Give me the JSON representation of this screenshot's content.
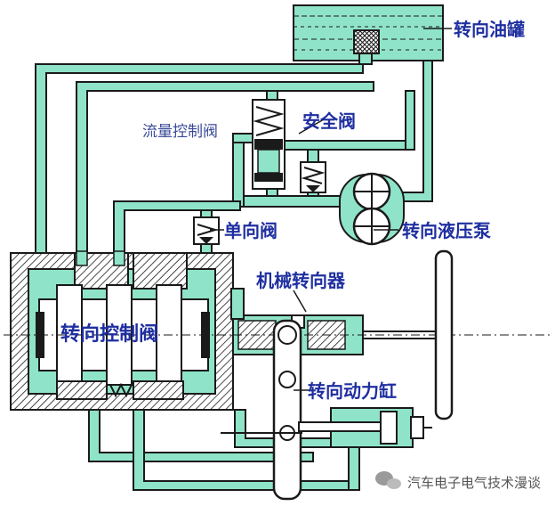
{
  "labels": {
    "tank": "转向油罐",
    "flow_valve": "流量控制阀",
    "safety_valve": "安全阀",
    "check_valve": "单向阀",
    "pump": "转向液压泵",
    "gear": "机械转向器",
    "control_valve": "转向控制阀",
    "cylinder": "转向动力缸"
  },
  "watermark": {
    "text": "汽车电子电气技术漫谈",
    "icon": "wechat-icon"
  },
  "colors": {
    "fluid": "#8fe3c8",
    "outline": "#1a1a1a",
    "label": "#1f2fa0",
    "label_plain": "#3a4a9a",
    "hatch": "#1a1a1a"
  }
}
